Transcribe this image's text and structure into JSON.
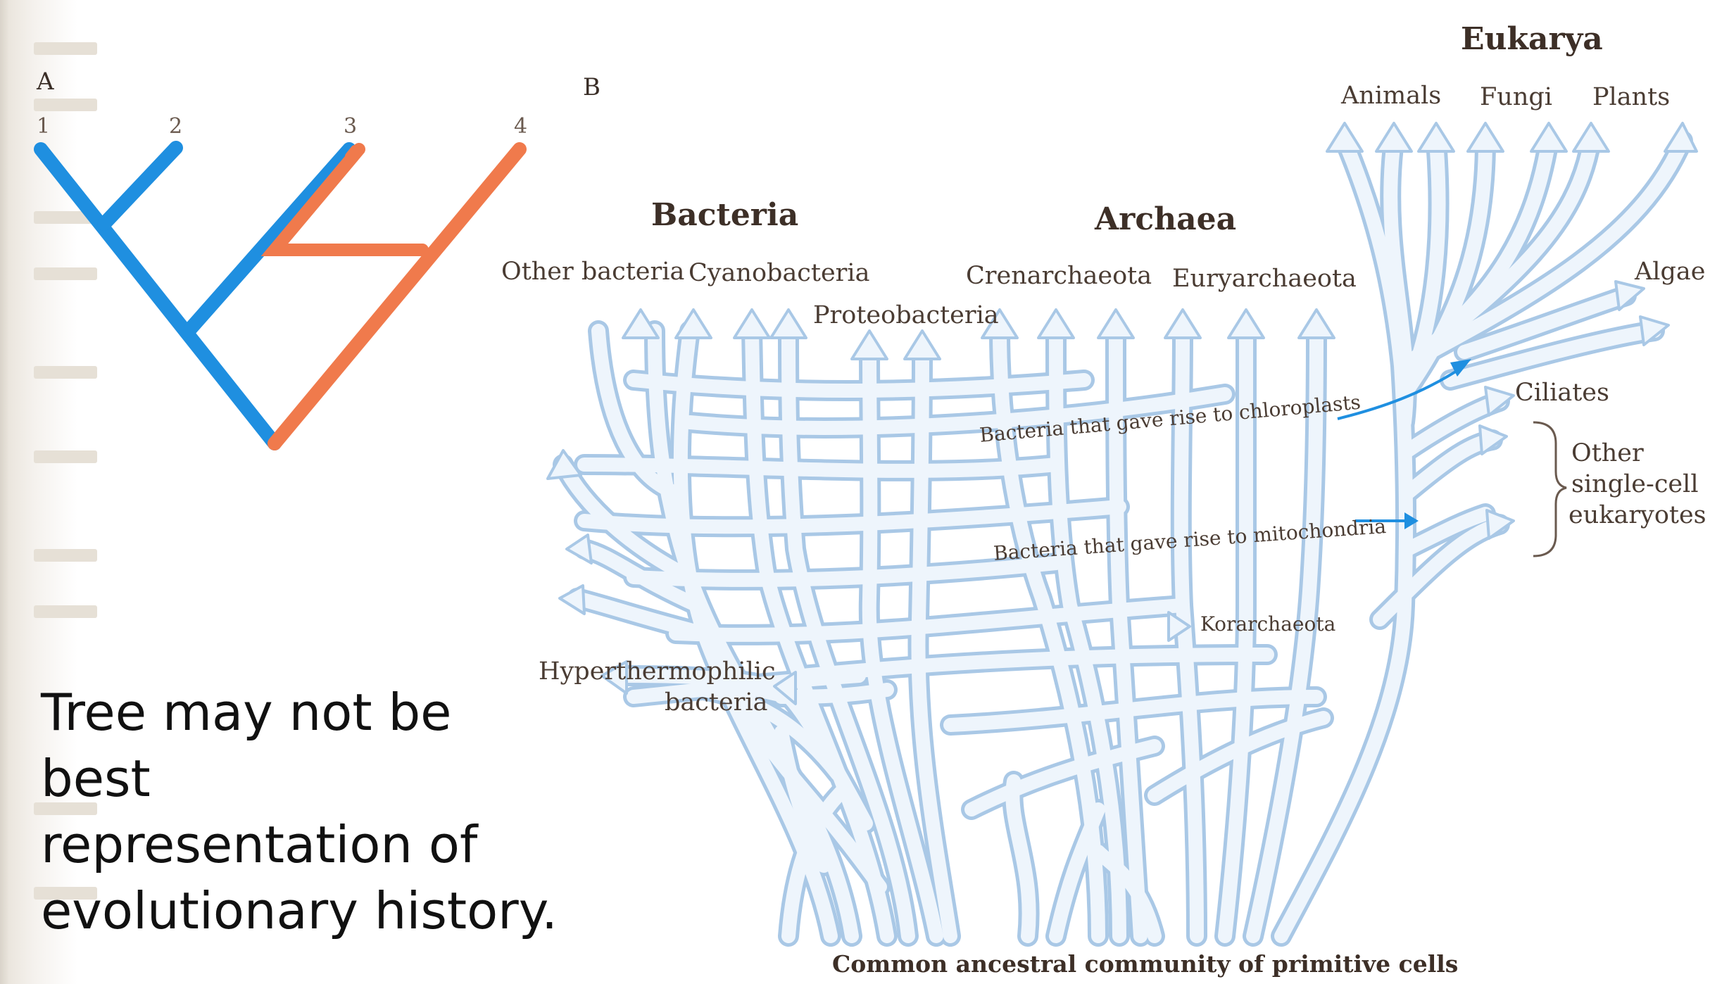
{
  "panel_a": {
    "letter": "A",
    "tips": [
      "1",
      "2",
      "3",
      "4"
    ],
    "colors": {
      "blue": "#1f8fe0",
      "orange": "#f07a4c"
    }
  },
  "panel_b": {
    "letter": "B",
    "domains": {
      "bacteria": "Bacteria",
      "archaea": "Archaea",
      "eukarya": "Eukarya"
    },
    "groups": {
      "other_bacteria": "Other bacteria",
      "cyanobacteria": "Cyanobacteria",
      "proteobacteria": "Proteobacteria",
      "crenarchaeota": "Crenarchaeota",
      "euryarchaeota": "Euryarchaeota",
      "animals": "Animals",
      "fungi": "Fungi",
      "plants": "Plants",
      "algae": "Algae",
      "ciliates": "Ciliates",
      "other_single_cell": [
        "Other",
        "single-cell",
        "eukaryotes"
      ],
      "hyperthermophilic": [
        "Hyperthermophilic",
        "bacteria"
      ],
      "korarchaeota": "Korarchaeota"
    },
    "transfers": {
      "chloroplasts": "Bacteria that gave rise to chloroplasts",
      "mitochondria": "Bacteria that gave rise to mitochondria"
    },
    "root": "Common ancestral community of primitive cells",
    "colors": {
      "branch_fill": "#eef5fc",
      "branch_stroke": "#a9c8e6",
      "arrow_blue": "#1f8fe0"
    }
  },
  "caption": [
    "Tree may not be best",
    "representation of",
    "evolutionary history."
  ]
}
